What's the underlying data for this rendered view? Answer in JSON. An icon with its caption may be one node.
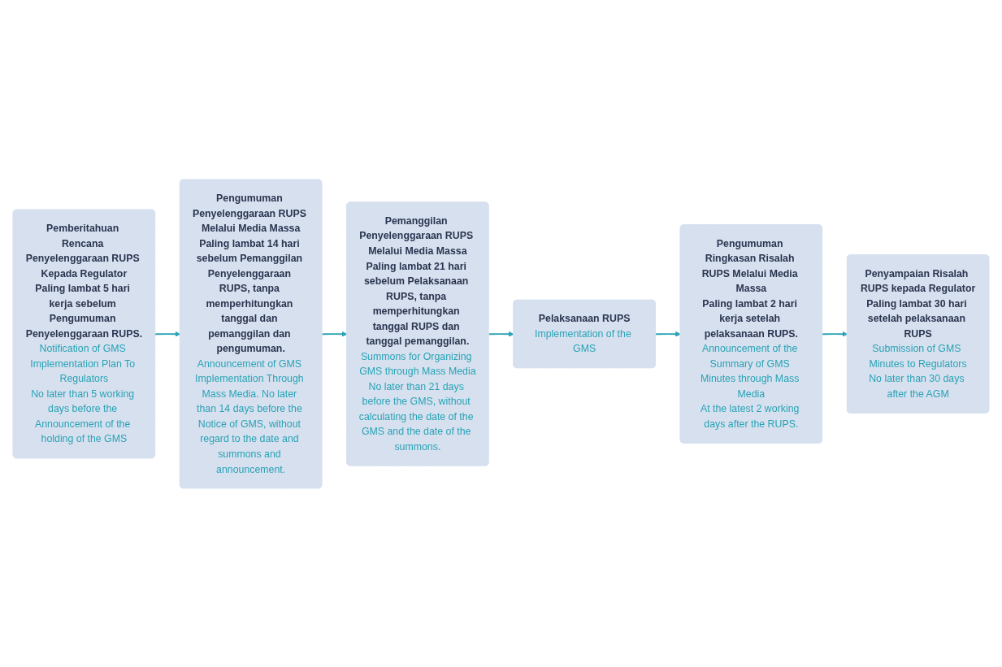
{
  "diagram": {
    "nodes": [
      {
        "text": [
          "Pemberitahuan Rencana Penyelenggaraan RUPS Kepada Regulator",
          "Paling lambat 5 hari kerja sebelum Pengumuman Penyelenggaraan RUPS.",
          "Notification of GMS Implementation Plan To Regulators",
          "No later than 5 working days before the Announcement of the holding of the GMS"
        ]
      },
      {
        "text": [
          "Pengumuman Penyelenggaraan RUPS Melalui Media Massa",
          "Paling lambat 14 hari sebelum Pemanggilan Penyelenggaraan RUPS, tanpa memperhitungkan tanggal dan pemanggilan dan pengumuman.",
          "Announcement of GMS Implementation Through Mass Media. No later than 14 days before the Notice of GMS, without regard to the date and summons and announcement."
        ]
      },
      {
        "text": [
          "Pemanggilan Penyelenggaraan RUPS Melalui Media Massa",
          "Paling lambat 21 hari sebelum Pelaksanaan RUPS, tanpa memperhitungkan tanggal RUPS dan tanggal pemanggilan.",
          "Summons for Organizing GMS through Mass Media",
          "No later than 21 days before the GMS, without calculating the date of the GMS and the date of the summons."
        ]
      },
      {
        "text": [
          "Penyampaian Risalah RUPS kepada Regulator",
          "Paling lambat 30 hari setelah pelaksanaan RUPS",
          "Submission of GMS Minutes to Regulators",
          "No later than 30 days after the AGM"
        ]
      },
      {
        "text": [
          "Pengumuman Ringkasan Risalah RUPS Melalui Media Massa",
          "Paling lambat 2 hari kerja setelah pelaksanaan RUPS.",
          "Announcement of the Summary of GMS Minutes through Mass Media",
          "At the latest 2 working days after the RUPS."
        ]
      },
      {
        "text": [
          "Pelaksanaan RUPS",
          "Implementation of the GMS"
        ]
      }
    ],
    "edges": [
      {
        "from": 0,
        "to": 1,
        "arrow": "to"
      },
      {
        "from": 1,
        "to": 2,
        "arrow": "to"
      },
      {
        "from": 2,
        "to": 5,
        "arrow": "to"
      },
      {
        "from": 5,
        "to": 4,
        "arrow": "to"
      },
      {
        "from": 4,
        "to": 3,
        "arrow": "to"
      }
    ]
  }
}
